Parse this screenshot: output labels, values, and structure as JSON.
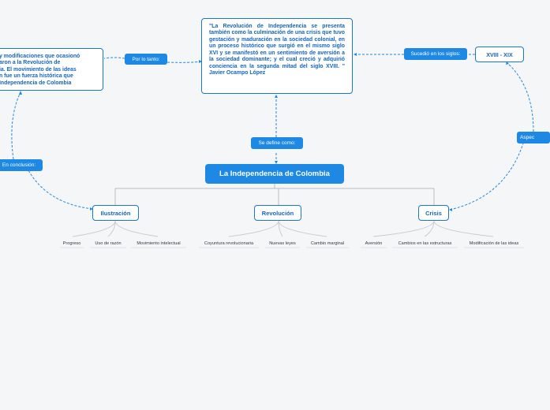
{
  "main_topic": "La Independencia de Colombia",
  "definition": {
    "label": "Se define como:",
    "text": "\"La Revolución de Independencia se presenta también como la culminación de una crisis que tuvo gestación y maduración en la sociedad colonial, en un proceso histórico que surgió en el mismo siglo XVI y se manifestó en un sentimiento de aversión a la sociedad dominante; y el cual creció y adquirió conciencia en la segunda mitad del siglo XVIII. \" Javier Ocampo López"
  },
  "consequence": {
    "label": "Por lo tanto:",
    "lines": [
      "y modificaciones que ocasionó",
      "aron a la Revolución de",
      "ia. El movimiento de las ideas",
      "n fue un fuerza histórica que",
      "Independencia de Colombia"
    ]
  },
  "conclusion": {
    "label": "En conclusión:"
  },
  "centuries": {
    "label": "Sucedió en los siglos:",
    "value": "XVIII - XIX"
  },
  "aspects": {
    "label": "Aspec"
  },
  "branches": [
    {
      "title": "Ilustración",
      "leaves": [
        "Progreso",
        "Uso de razón",
        "Movimiento intelectual"
      ]
    },
    {
      "title": "Revolución",
      "leaves": [
        "Coyuntura revolucionaria",
        "Nuevas leyes",
        "Cambio marginal"
      ]
    },
    {
      "title": "Crisis",
      "leaves": [
        "Aversión",
        "Cambios en las estructuras",
        "Modificación de las ideas"
      ]
    }
  ],
  "colors": {
    "accent": "#1e88e5",
    "border": "#1976d2",
    "text_blue": "#1565c0",
    "connector": "#b8bcc4",
    "dashed": "#1e88e5",
    "background": "#f5f6f8"
  }
}
